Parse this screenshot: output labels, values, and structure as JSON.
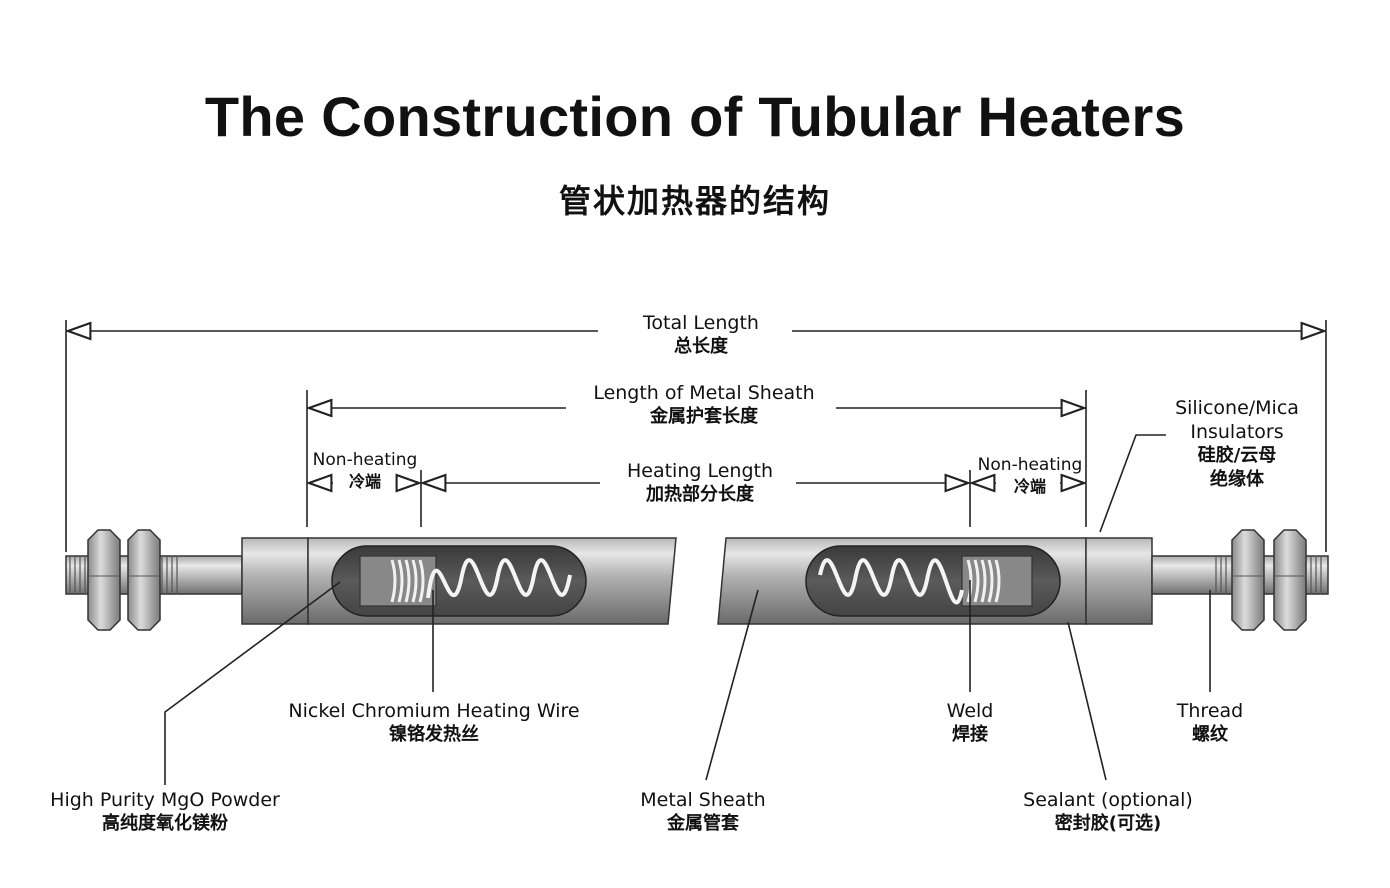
{
  "title": "The Construction of Tubular Heaters",
  "subtitle": "管状加热器的结构",
  "dimensions": {
    "total_length": {
      "en": "Total Length",
      "zh": "总长度"
    },
    "sheath_length": {
      "en": "Length of Metal Sheath",
      "zh": "金属护套长度"
    },
    "heating_length": {
      "en": "Heating Length",
      "zh": "加热部分长度"
    },
    "non_heating_left": {
      "en": "Non-heating",
      "zh": "冷端"
    },
    "non_heating_right": {
      "en": "Non-heating",
      "zh": "冷端"
    }
  },
  "callouts": {
    "insulators": {
      "en1": "Silicone/Mica",
      "en2": "Insulators",
      "zh1": "硅胶/云母",
      "zh2": "绝缘体"
    },
    "heating_wire": {
      "en": "Nickel Chromium Heating Wire",
      "zh": "镍铬发热丝"
    },
    "mgo": {
      "en": "High Purity MgO Powder",
      "zh": "高纯度氧化镁粉"
    },
    "sheath": {
      "en": "Metal Sheath",
      "zh": "金属管套"
    },
    "weld": {
      "en": "Weld",
      "zh": "焊接"
    },
    "sealant": {
      "en": "Sealant (optional)",
      "zh": "密封胶(可选)"
    },
    "thread": {
      "en": "Thread",
      "zh": "螺纹"
    }
  },
  "colors": {
    "metal_light": "#d4d4d4",
    "metal_mid": "#a9a9a9",
    "metal_dark": "#6e6e6e",
    "line": "#222222"
  }
}
